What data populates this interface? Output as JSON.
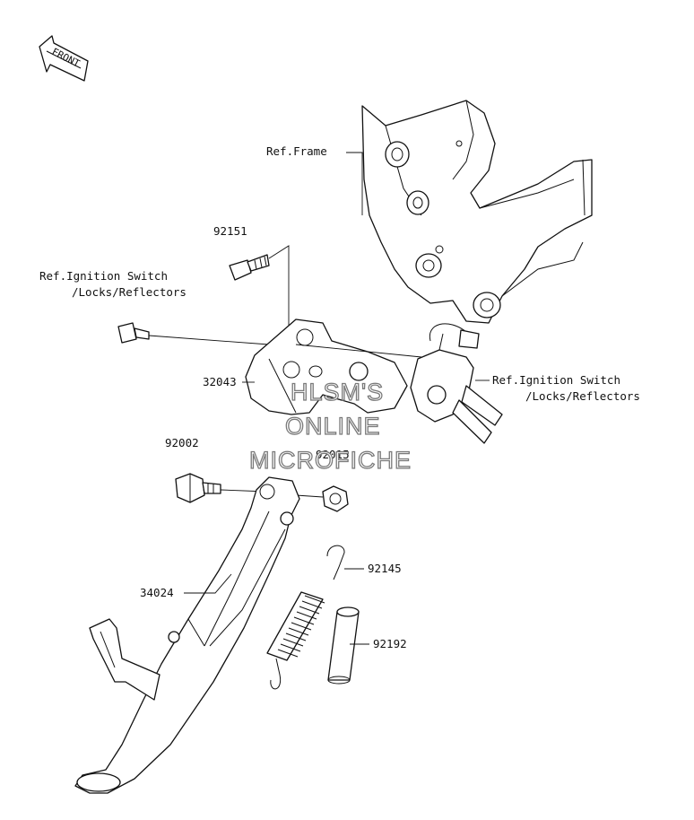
{
  "front_label": "FRONT",
  "labels": {
    "ref_frame": "Ref.Frame",
    "p92151": "92151",
    "ref_ign_left_1": "Ref.Ignition Switch",
    "ref_ign_left_2": "/Locks/Reflectors",
    "p32043": "32043",
    "ref_ign_right_1": "Ref.Ignition Switch",
    "ref_ign_right_2": "/Locks/Reflectors",
    "p92002": "92002",
    "p92015": "92015",
    "p34024": "34024",
    "p92145": "92145",
    "p92192": "92192"
  },
  "watermark": {
    "line1": "HLSM'S",
    "line2": "ONLINE",
    "line3": "MICROFICHE"
  }
}
